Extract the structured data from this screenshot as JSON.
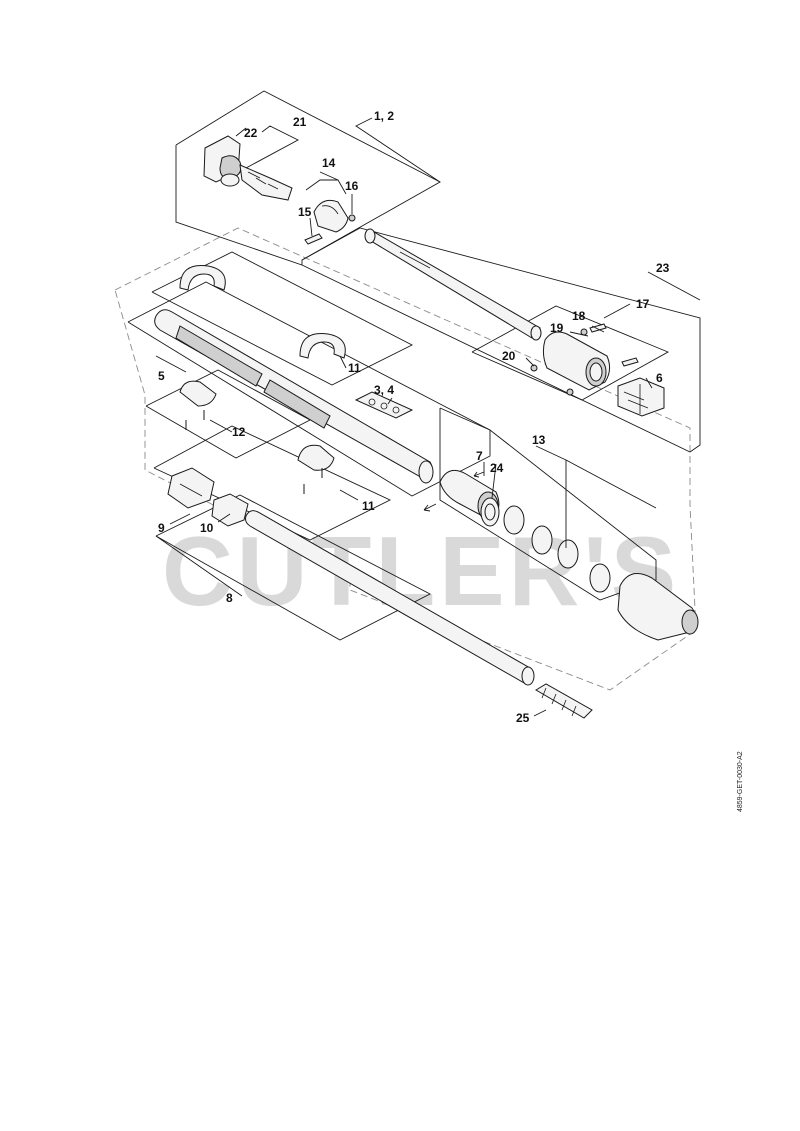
{
  "watermark": "CUTLER'S",
  "document_code": "4859-GET-0030-A2",
  "callouts": {
    "c1_2": "1, 2",
    "c3_4": "3, 4",
    "c5": "5",
    "c6": "6",
    "c7": "7",
    "c8": "8",
    "c9": "9",
    "c10": "10",
    "c11a": "11",
    "c11b": "11",
    "c12": "12",
    "c13": "13",
    "c14": "14",
    "c15": "15",
    "c16": "16",
    "c17": "17",
    "c18": "18",
    "c19": "19",
    "c20": "20",
    "c21": "21",
    "c22": "22",
    "c23": "23",
    "c24": "24",
    "c25": "25"
  },
  "colors": {
    "line": "#1a1a1a",
    "dash": "#8a8a8a",
    "watermark": "#d9d9d9",
    "background": "#ffffff"
  }
}
